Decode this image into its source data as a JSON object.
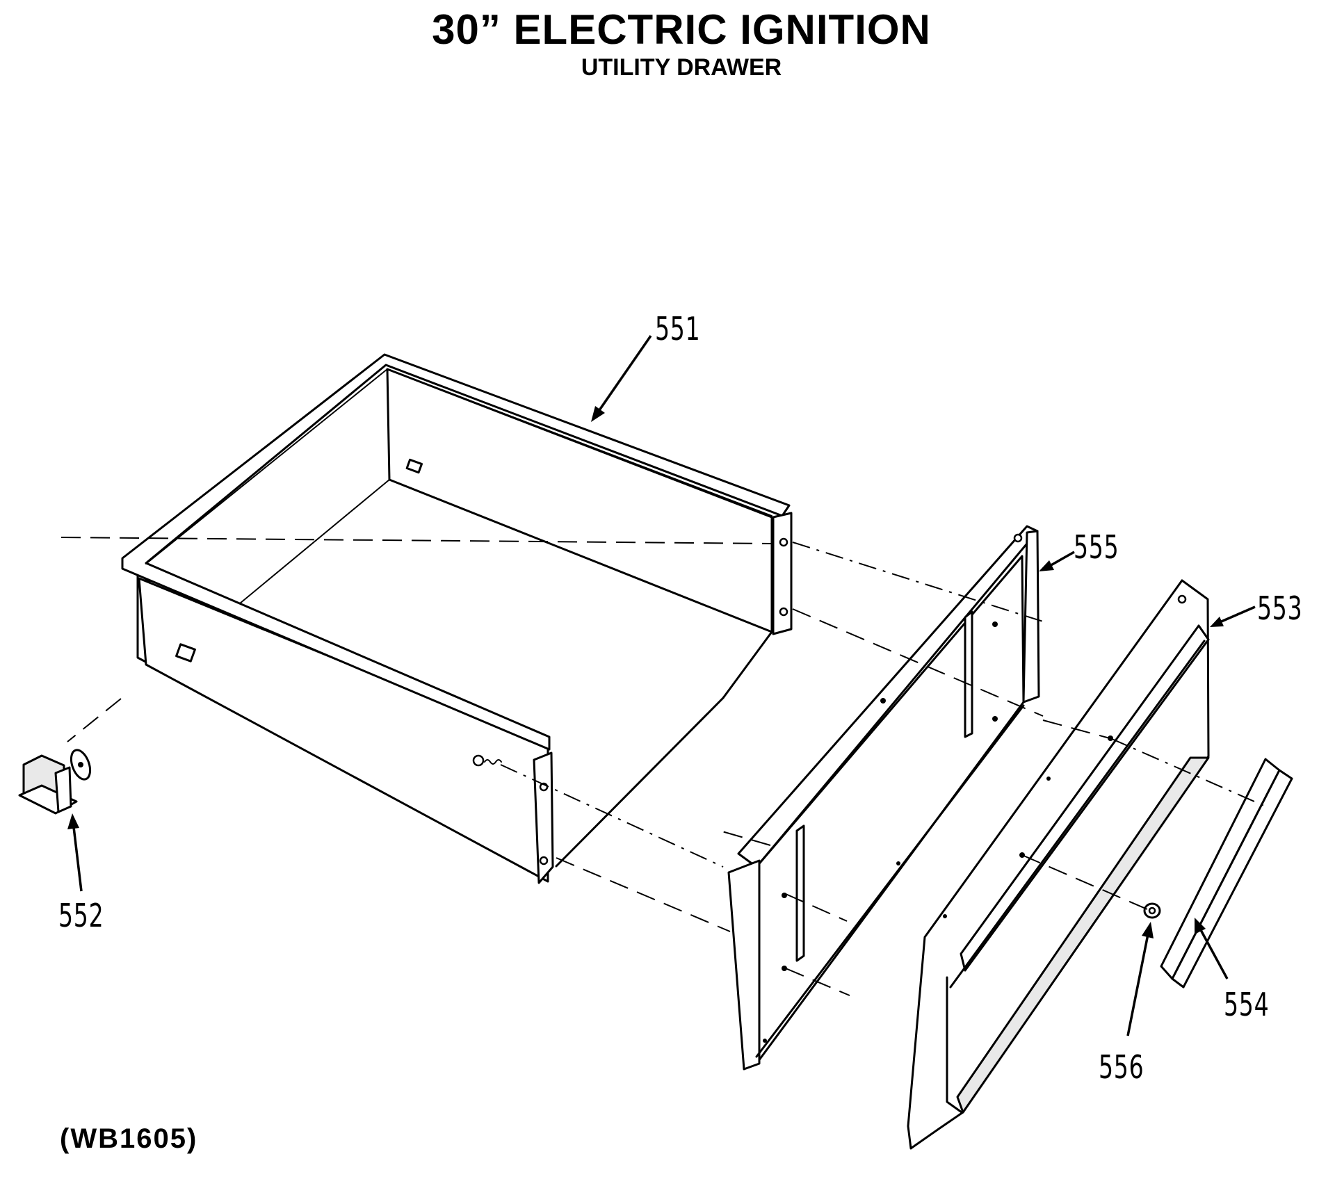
{
  "header": {
    "title": "30” ELECTRIC IGNITION",
    "subtitle": "UTILITY DRAWER"
  },
  "callouts": {
    "drawer_body": "551",
    "drawer_stop": "552",
    "front_panel": "553",
    "handle_trim": "554",
    "inner_panel": "555",
    "spacer": "556"
  },
  "diagram_code": "(WB1605)"
}
